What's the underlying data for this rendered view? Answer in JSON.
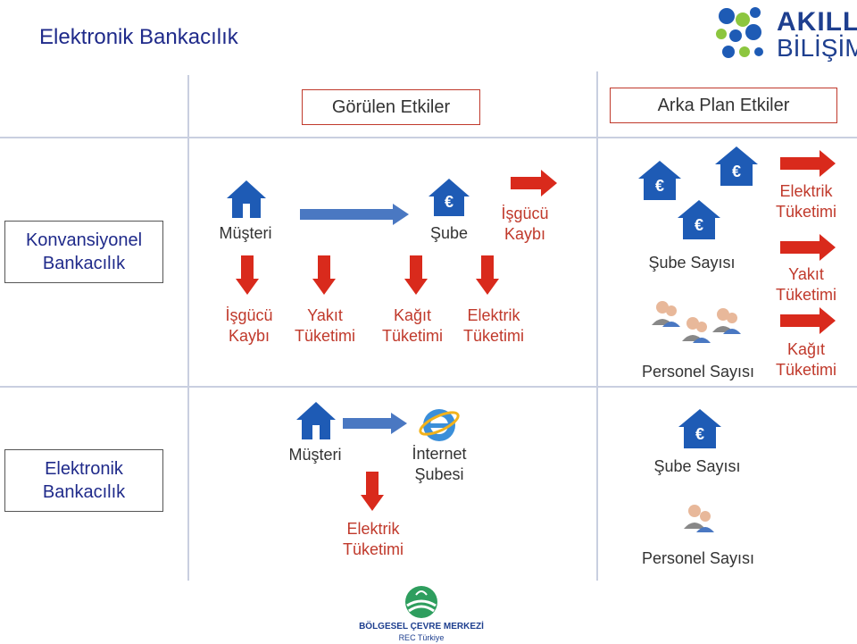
{
  "title": "Elektronik Bankacılık",
  "logo": {
    "line1": "AKILLI",
    "line2": "BİLİŞİM"
  },
  "headers": {
    "visible": "Görülen Etkiler",
    "background": "Arka Plan Etkiler"
  },
  "rows": {
    "conventional": "Konvansiyonel\nBankacılık",
    "electronic": "Elektronik\nBankacılık"
  },
  "conv": {
    "customer": "Müşteri",
    "branch": "Şube",
    "labor_top": "İşgücü\nKaybı",
    "labor_loss": "İşgücü\nKaybı",
    "fuel": "Yakıt\nTüketimi",
    "paper": "Kağıt\nTüketimi",
    "electric": "Elektrik\nTüketimi",
    "branch_count": "Şube Sayısı",
    "staff_count": "Personel Sayısı",
    "bg_electric": "Elektrik\nTüketimi",
    "bg_fuel": "Yakıt\nTüketimi",
    "bg_paper": "Kağıt\nTüketimi"
  },
  "elec": {
    "customer": "Müşteri",
    "internet": "İnternet\nŞubesi",
    "electric": "Elektrik\nTüketimi",
    "branch_count": "Şube Sayısı",
    "staff_count": "Personel Sayısı"
  },
  "footer": {
    "line1": "BÖLGESEL ÇEVRE MERKEZİ",
    "line2": "REC Türkiye"
  },
  "colors": {
    "house": "#1e5bb5",
    "arrow_red": "#d92a1c",
    "arrow_blue": "#4a78c2",
    "title": "#1f2a8a"
  }
}
